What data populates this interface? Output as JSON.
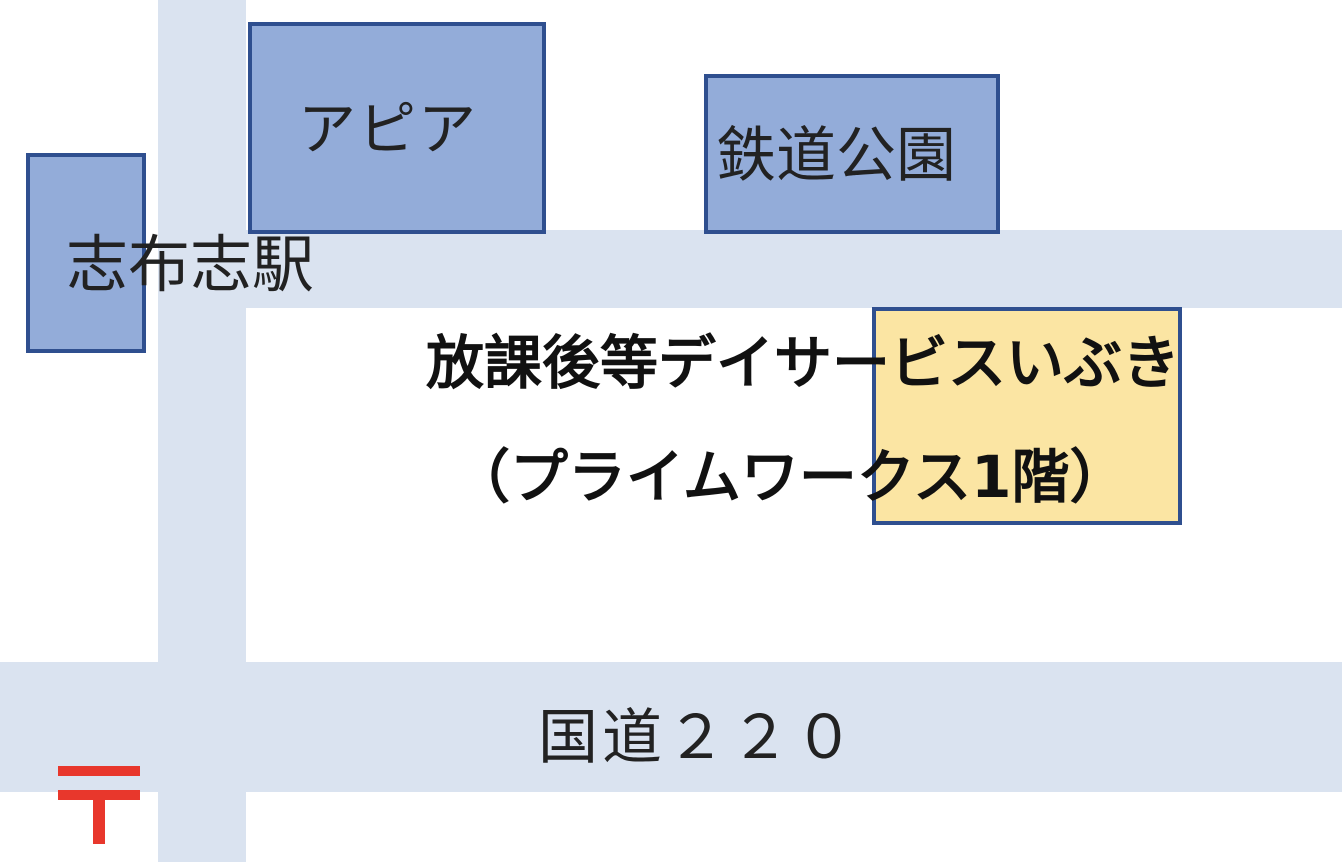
{
  "map": {
    "landmarks": {
      "apia": "アピア",
      "railway_park": "鉄道公園",
      "station": "志布志駅"
    },
    "roads": {
      "route": "国道２２０"
    },
    "destination": {
      "name_line1": "放課後等デイサービスいぶき",
      "name_line2": "（プライムワークス1階）"
    },
    "icons": {
      "post_office": "post-office-icon"
    },
    "colors": {
      "road": "#dae3f0",
      "building_fill": "#93acd9",
      "building_border": "#2f4f8f",
      "destination_fill": "#fbe5a3",
      "post_office": "#e8372c"
    }
  }
}
